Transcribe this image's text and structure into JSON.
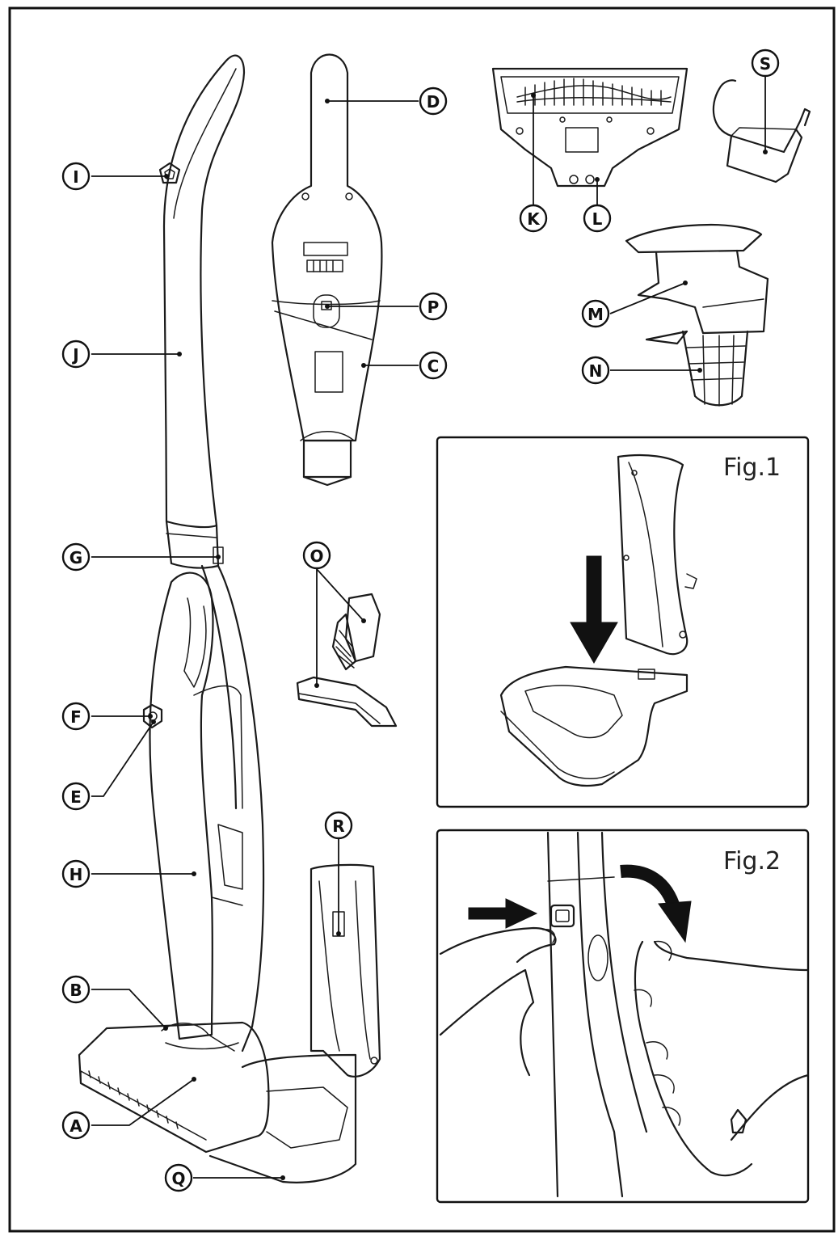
{
  "labels": {
    "A": "A",
    "B": "B",
    "C": "C",
    "D": "D",
    "E": "E",
    "F": "F",
    "G": "G",
    "H": "H",
    "I": "I",
    "J": "J",
    "K": "K",
    "L": "L",
    "M": "M",
    "N": "N",
    "O": "O",
    "P": "P",
    "Q": "Q",
    "R": "R",
    "S": "S"
  },
  "figures": {
    "fig1_title": "Fig.1",
    "fig2_title": "Fig.2"
  },
  "colors": {
    "line": "#1a1a1a",
    "background": "#ffffff"
  }
}
